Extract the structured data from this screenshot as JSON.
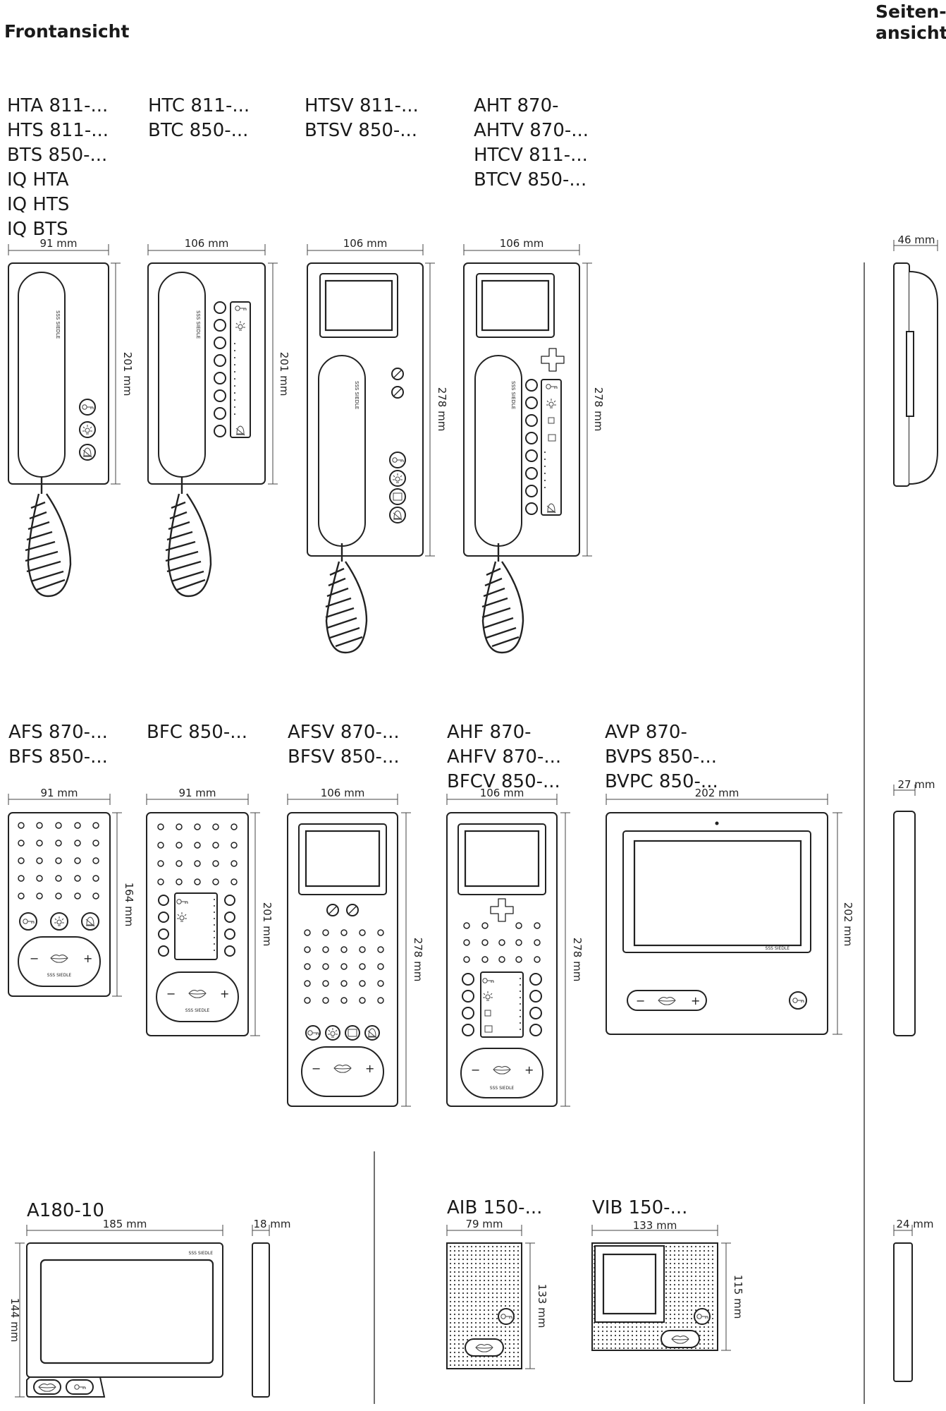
{
  "headers": {
    "front": "Frontansicht",
    "side": "Seiten-\nansicht"
  },
  "rows": [
    {
      "models": [
        {
          "id": "hta",
          "names": [
            "HTA 811-...",
            "HTS 811-...",
            "BTS 850-...",
            "IQ HTA",
            "IQ HTS",
            "IQ BTS"
          ],
          "width": "91 mm",
          "height": "201 mm"
        },
        {
          "id": "htc",
          "names": [
            "HTC 811-...",
            "BTC 850-..."
          ],
          "width": "106 mm",
          "height": "201 mm"
        },
        {
          "id": "htsv",
          "names": [
            "HTSV 811-...",
            "BTSV 850-..."
          ],
          "width": "106 mm",
          "height": "278 mm"
        },
        {
          "id": "aht",
          "names": [
            "AHT 870-",
            "AHTV 870-...",
            "HTCV 811-...",
            "BTCV 850-..."
          ],
          "width": "106 mm",
          "height": "278 mm"
        }
      ],
      "side_width": "46 mm"
    },
    {
      "models": [
        {
          "id": "afs",
          "names": [
            "AFS 870-...",
            "BFS 850-..."
          ],
          "width": "91 mm",
          "height": "164 mm"
        },
        {
          "id": "bfc",
          "names": [
            "BFC 850-..."
          ],
          "width": "91 mm",
          "height": "201 mm"
        },
        {
          "id": "afsv",
          "names": [
            "AFSV 870-...",
            "BFSV 850-..."
          ],
          "width": "106 mm",
          "height": "278 mm"
        },
        {
          "id": "ahf",
          "names": [
            "AHF 870-",
            "AHFV 870-...",
            "BFCV 850-..."
          ],
          "width": "106 mm",
          "height": "278 mm"
        },
        {
          "id": "avp",
          "names": [
            "AVP 870-",
            "BVPS 850-...",
            "BVPC 850-..."
          ],
          "width": "202 mm",
          "height": "202 mm"
        }
      ],
      "side_width": "27 mm"
    },
    {
      "models": [
        {
          "id": "a180",
          "names": [
            "A180-10"
          ],
          "width": "185 mm",
          "height": "144 mm",
          "depth": "18 mm"
        },
        {
          "id": "aib",
          "names": [
            "AIB 150-..."
          ],
          "width": "79 mm",
          "height": "133 mm"
        },
        {
          "id": "vib",
          "names": [
            "VIB 150-..."
          ],
          "width": "133 mm",
          "height": "115 mm"
        }
      ],
      "side_width": "24 mm"
    }
  ],
  "brand": "SSS SIEDLE",
  "icons": [
    "key-icon",
    "light-icon",
    "bell-icon",
    "screen-icon",
    "cross-icon",
    "mouth-icon",
    "minus-icon",
    "plus-icon",
    "grille-icon",
    "window-icon"
  ]
}
